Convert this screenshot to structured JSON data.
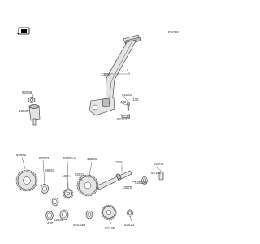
{
  "diagram": {
    "ref_code": "E1008",
    "callouts": [
      {
        "id": "c1",
        "text": "13264"
      },
      {
        "id": "c2",
        "text": "92049"
      },
      {
        "id": "c3",
        "text": "13081"
      },
      {
        "id": "c4",
        "text": "92081"
      },
      {
        "id": "c5",
        "text": "130"
      },
      {
        "id": "c6",
        "text": "480"
      },
      {
        "id": "c7",
        "text": "92173"
      },
      {
        "id": "c8",
        "text": "59051"
      },
      {
        "id": "c9",
        "text": "92033"
      },
      {
        "id": "c10",
        "text": "59051A"
      },
      {
        "id": "c11",
        "text": "13091"
      },
      {
        "id": "c12",
        "text": "13264"
      },
      {
        "id": "c13",
        "text": "480A"
      },
      {
        "id": "c14",
        "text": "92022"
      },
      {
        "id": "c15",
        "text": "92200"
      },
      {
        "id": "c16",
        "text": "480"
      },
      {
        "id": "c17",
        "text": "92033"
      },
      {
        "id": "c18",
        "text": "92033B"
      },
      {
        "id": "c19",
        "text": "92022A"
      },
      {
        "id": "c20",
        "text": "92150"
      },
      {
        "id": "c21",
        "text": "13070"
      },
      {
        "id": "c22",
        "text": "92145"
      },
      {
        "id": "c23",
        "text": "59051"
      },
      {
        "id": "c24",
        "text": "92033"
      }
    ]
  }
}
